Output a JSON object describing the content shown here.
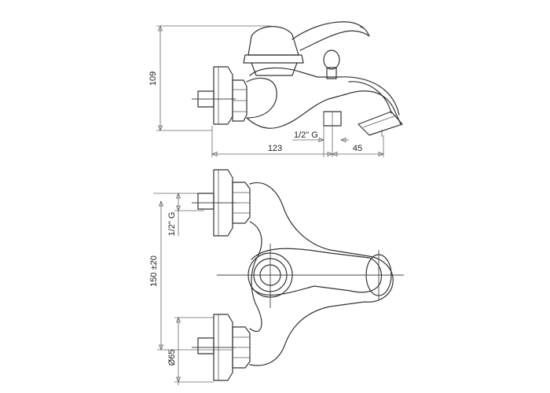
{
  "dimensions": {
    "height_side": "109",
    "spout_thread": "1/2\" G",
    "length_body": "123",
    "length_spout": "45",
    "inlet_thread": "1/2\" G",
    "inlet_spacing": "150 ±20",
    "flange_diameter": "Ø65"
  },
  "colors": {
    "line": "#333333",
    "background": "#ffffff"
  }
}
